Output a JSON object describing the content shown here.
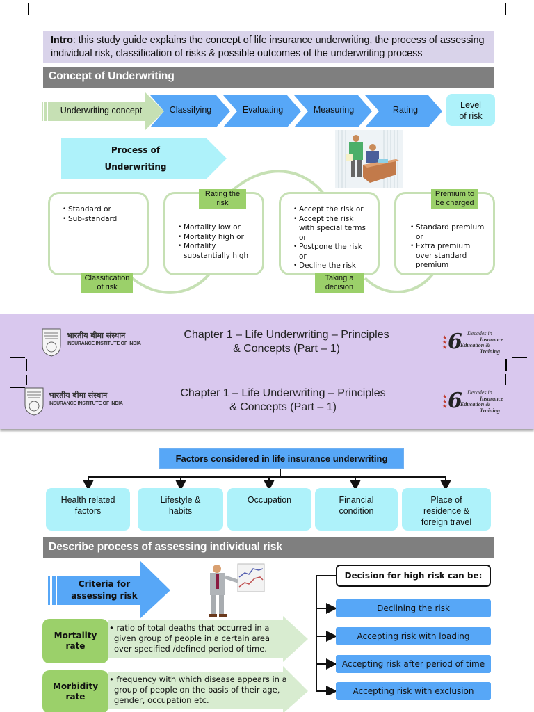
{
  "intro": {
    "label": "Intro",
    "text": ": this study guide explains the concept of life insurance underwriting, the process of assessing individual risk, classification of risks & possible outcomes of the underwriting  process"
  },
  "section_concept": {
    "title": "Concept of Underwriting"
  },
  "concept_flow": {
    "start": "Underwriting concept",
    "steps": [
      "Classifying",
      "Evaluating",
      "Measuring",
      "Rating"
    ],
    "end_line1": "Level",
    "end_line2": "of risk"
  },
  "process": {
    "title_line1": "Process of",
    "title_line2": "Underwriting",
    "stages": [
      {
        "tag_line1": "Classification",
        "tag_line2": "of risk",
        "items": [
          "Standard or",
          "Sub-standard"
        ]
      },
      {
        "tag_line1": "Rating the",
        "tag_line2": "risk",
        "items": [
          "Mortality low or",
          "Mortality high or",
          "Mortality substantially high"
        ]
      },
      {
        "tag_line1": "Taking a",
        "tag_line2": "decision",
        "items": [
          "Accept the risk or",
          "Accept the risk with special terms or",
          "Postpone the risk or",
          "Decline the risk"
        ]
      },
      {
        "tag_line1": "Premium to",
        "tag_line2": "be charged",
        "items": [
          "Standard premium or",
          "Extra premium over standard premium"
        ]
      }
    ]
  },
  "footer": {
    "org_hindi": "भारतीय बीमा संस्थान",
    "org_english": "INSURANCE INSTITUTE OF INDIA",
    "chapter_line1": "Chapter 1 – Life Underwriting – Principles",
    "chapter_line2": "& Concepts (Part – 1)",
    "badge_number": "6",
    "badge_line1": "Decades in",
    "badge_line2": "Insurance",
    "badge_line3": "Education &",
    "badge_line4": "Training"
  },
  "factors": {
    "title": "Factors considered in life insurance underwriting",
    "items": [
      {
        "line1": "Health related",
        "line2": "factors",
        "line3": ""
      },
      {
        "line1": "Lifestyle &",
        "line2": "habits",
        "line3": ""
      },
      {
        "line1": "Occupation",
        "line2": "",
        "line3": ""
      },
      {
        "line1": "Financial",
        "line2": "condition",
        "line3": ""
      },
      {
        "line1": "Place of",
        "line2": "residence &",
        "line3": "foreign travel"
      }
    ]
  },
  "section_assess": {
    "title": "Describe process of assessing individual risk"
  },
  "criteria": {
    "title_line1": "Criteria for",
    "title_line2": "assessing risk",
    "rates": [
      {
        "name_line1": "Mortality",
        "name_line2": "rate",
        "desc": [
          "ratio of total deaths that occurred in a",
          "given group of people in a certain area",
          "over  specified /defined period of time."
        ]
      },
      {
        "name_line1": "Morbidity",
        "name_line2": "rate",
        "desc": [
          "frequency with which disease appears in a",
          "group of people on the basis of their age,",
          "gender, occupation etc."
        ]
      }
    ]
  },
  "decisions": {
    "title": "Decision for high risk can be:",
    "items": [
      "Declining the risk",
      "Accepting risk with loading",
      "Accepting risk after period of time",
      "Accepting risk with exclusion"
    ]
  },
  "colors": {
    "intro_bg": "#d9d3ea",
    "section_bar": "#7f7f7f",
    "arrow_green": "#c6e0b4",
    "arrow_blue": "#57a7f7",
    "light_cyan": "#aef2fa",
    "tag_green": "#9bd06a",
    "band_lavender": "#d9c8ee"
  }
}
